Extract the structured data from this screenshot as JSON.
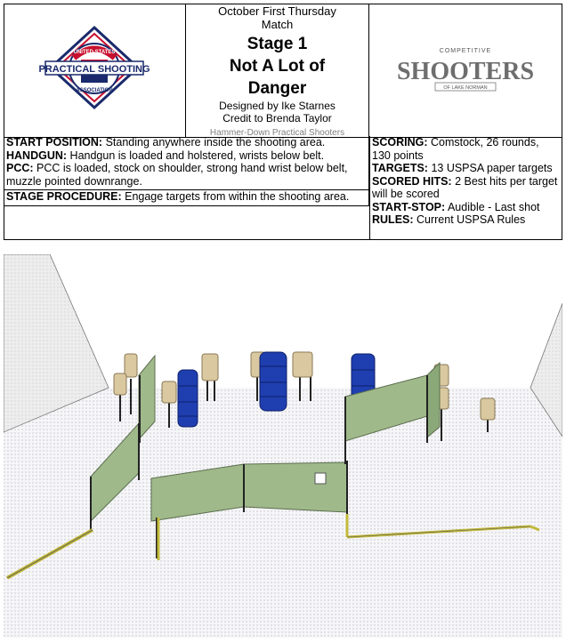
{
  "header": {
    "logo_left_text_top": "UNITED STATES",
    "logo_left_text_main": "PRACTICAL SHOOTING",
    "logo_left_text_bottom": "ASSOCIATION",
    "match_line1": "October First Thursday",
    "match_line2": "Match",
    "stage_number": "Stage 1",
    "stage_name_line1": "Not A Lot of",
    "stage_name_line2": "Danger",
    "designer": "Designed by Ike Starnes",
    "credit": "Credit to Brenda Taylor",
    "club": "Hammer-Down Practical Shooters",
    "logo_right_top": "COMPETITIVE",
    "logo_right_main": "SHOOTERS",
    "logo_right_bottom": "OF LAKE NORMAN"
  },
  "briefing": {
    "start_position_label": "START POSITION:",
    "start_position_text": " Standing anywhere inside the shooting area.",
    "handgun_label": "HANDGUN:",
    "handgun_text": " Handgun is loaded and holstered, wrists below belt.",
    "pcc_label": "PCC:",
    "pcc_text": " PCC is loaded, stock on shoulder, strong hand wrist below belt, muzzle pointed downrange.",
    "stage_procedure_label": "STAGE PROCEDURE:",
    "stage_procedure_text": " Engage targets from within the shooting area.",
    "scoring_label": "SCORING:",
    "scoring_text": " Comstock, 26 rounds, 130 points",
    "targets_label": "TARGETS:",
    "targets_text": " 13 USPSA paper targets",
    "scored_hits_label": "SCORED HITS:",
    "scored_hits_text": " 2 Best hits per target will be scored",
    "start_stop_label": "START-STOP:",
    "start_stop_text": " Audible - Last shot",
    "rules_label": "RULES:",
    "rules_text": " Current USPSA Rules"
  },
  "colors": {
    "wall_fill": "#f2f2f2",
    "floor_fill": "#f7f7f9",
    "wall_panel": "#9fb98a",
    "wall_panel_dark": "#7d9a6a",
    "barrel_blue": "#1f3fb0",
    "target_tan": "#d9c8a0",
    "fault_line": "#c2b93c"
  },
  "icons": {
    "logo_left": "uspsa-logo-icon",
    "logo_right": "competitive-shooters-logo-icon"
  }
}
